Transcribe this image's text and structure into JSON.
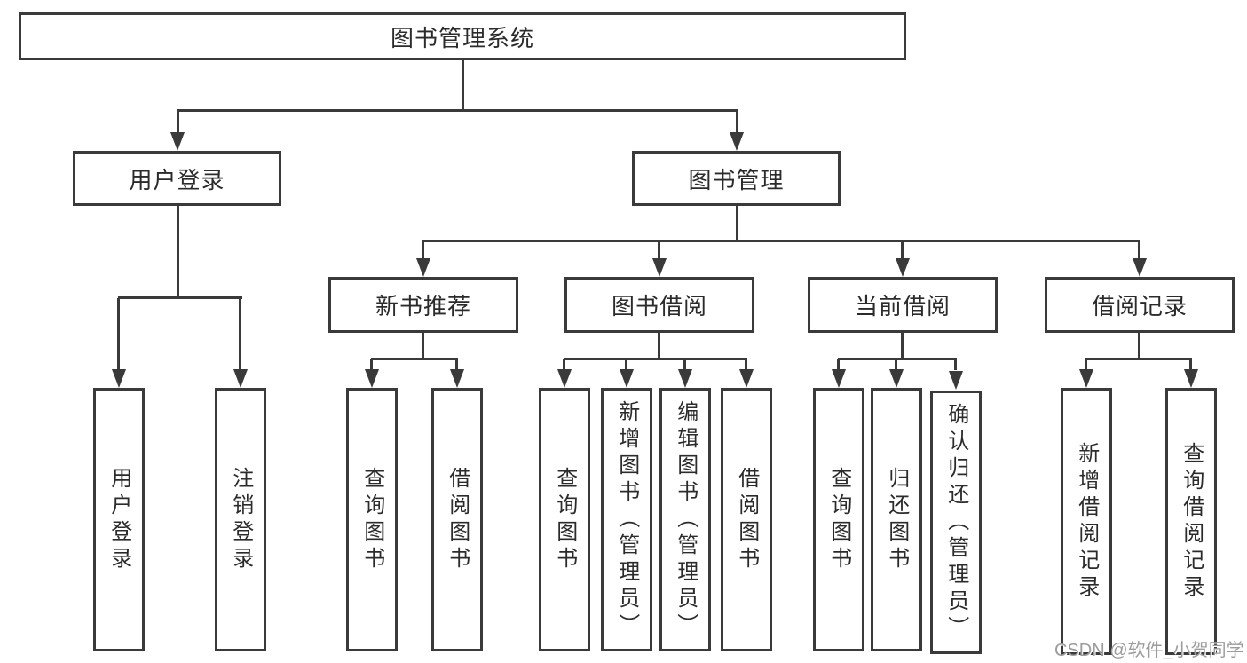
{
  "diagram": {
    "title": "图书管理系统",
    "watermark": "CSDN @软件_小贺同学",
    "colors": {
      "line": "#3a3a3a",
      "text": "#2b2b2b",
      "watermark": "#9c9c9c",
      "background": "#ffffff"
    },
    "nodes": {
      "root": "图书管理系统",
      "user_login": "用户登录",
      "book_mgmt": "图书管理",
      "new_rec": "新书推荐",
      "borrowing": "图书借阅",
      "current": "当前借阅",
      "records": "借阅记录",
      "ul_login": "用户登录",
      "ul_logout": "注销登录",
      "nr_query": "查询图书",
      "nr_borrow": "借阅图书",
      "bb_query": "查询图书",
      "bb_add": "新增图书（管理员）",
      "bb_edit": "编辑图书（管理员）",
      "bb_borrow": "借阅图书",
      "cb_query": "查询图书",
      "cb_return": "归还图书",
      "cb_confirm": "确认归还（管理员）",
      "br_add": "新增借阅记录",
      "br_query": "查询借阅记录"
    },
    "hierarchy": {
      "root": [
        "user_login",
        "book_mgmt"
      ],
      "user_login": [
        "ul_login",
        "ul_logout"
      ],
      "book_mgmt": [
        "new_rec",
        "borrowing",
        "current",
        "records"
      ],
      "new_rec": [
        "nr_query",
        "nr_borrow"
      ],
      "borrowing": [
        "bb_query",
        "bb_add",
        "bb_edit",
        "bb_borrow"
      ],
      "current": [
        "cb_query",
        "cb_return",
        "cb_confirm"
      ],
      "records": [
        "br_add",
        "br_query"
      ]
    }
  }
}
